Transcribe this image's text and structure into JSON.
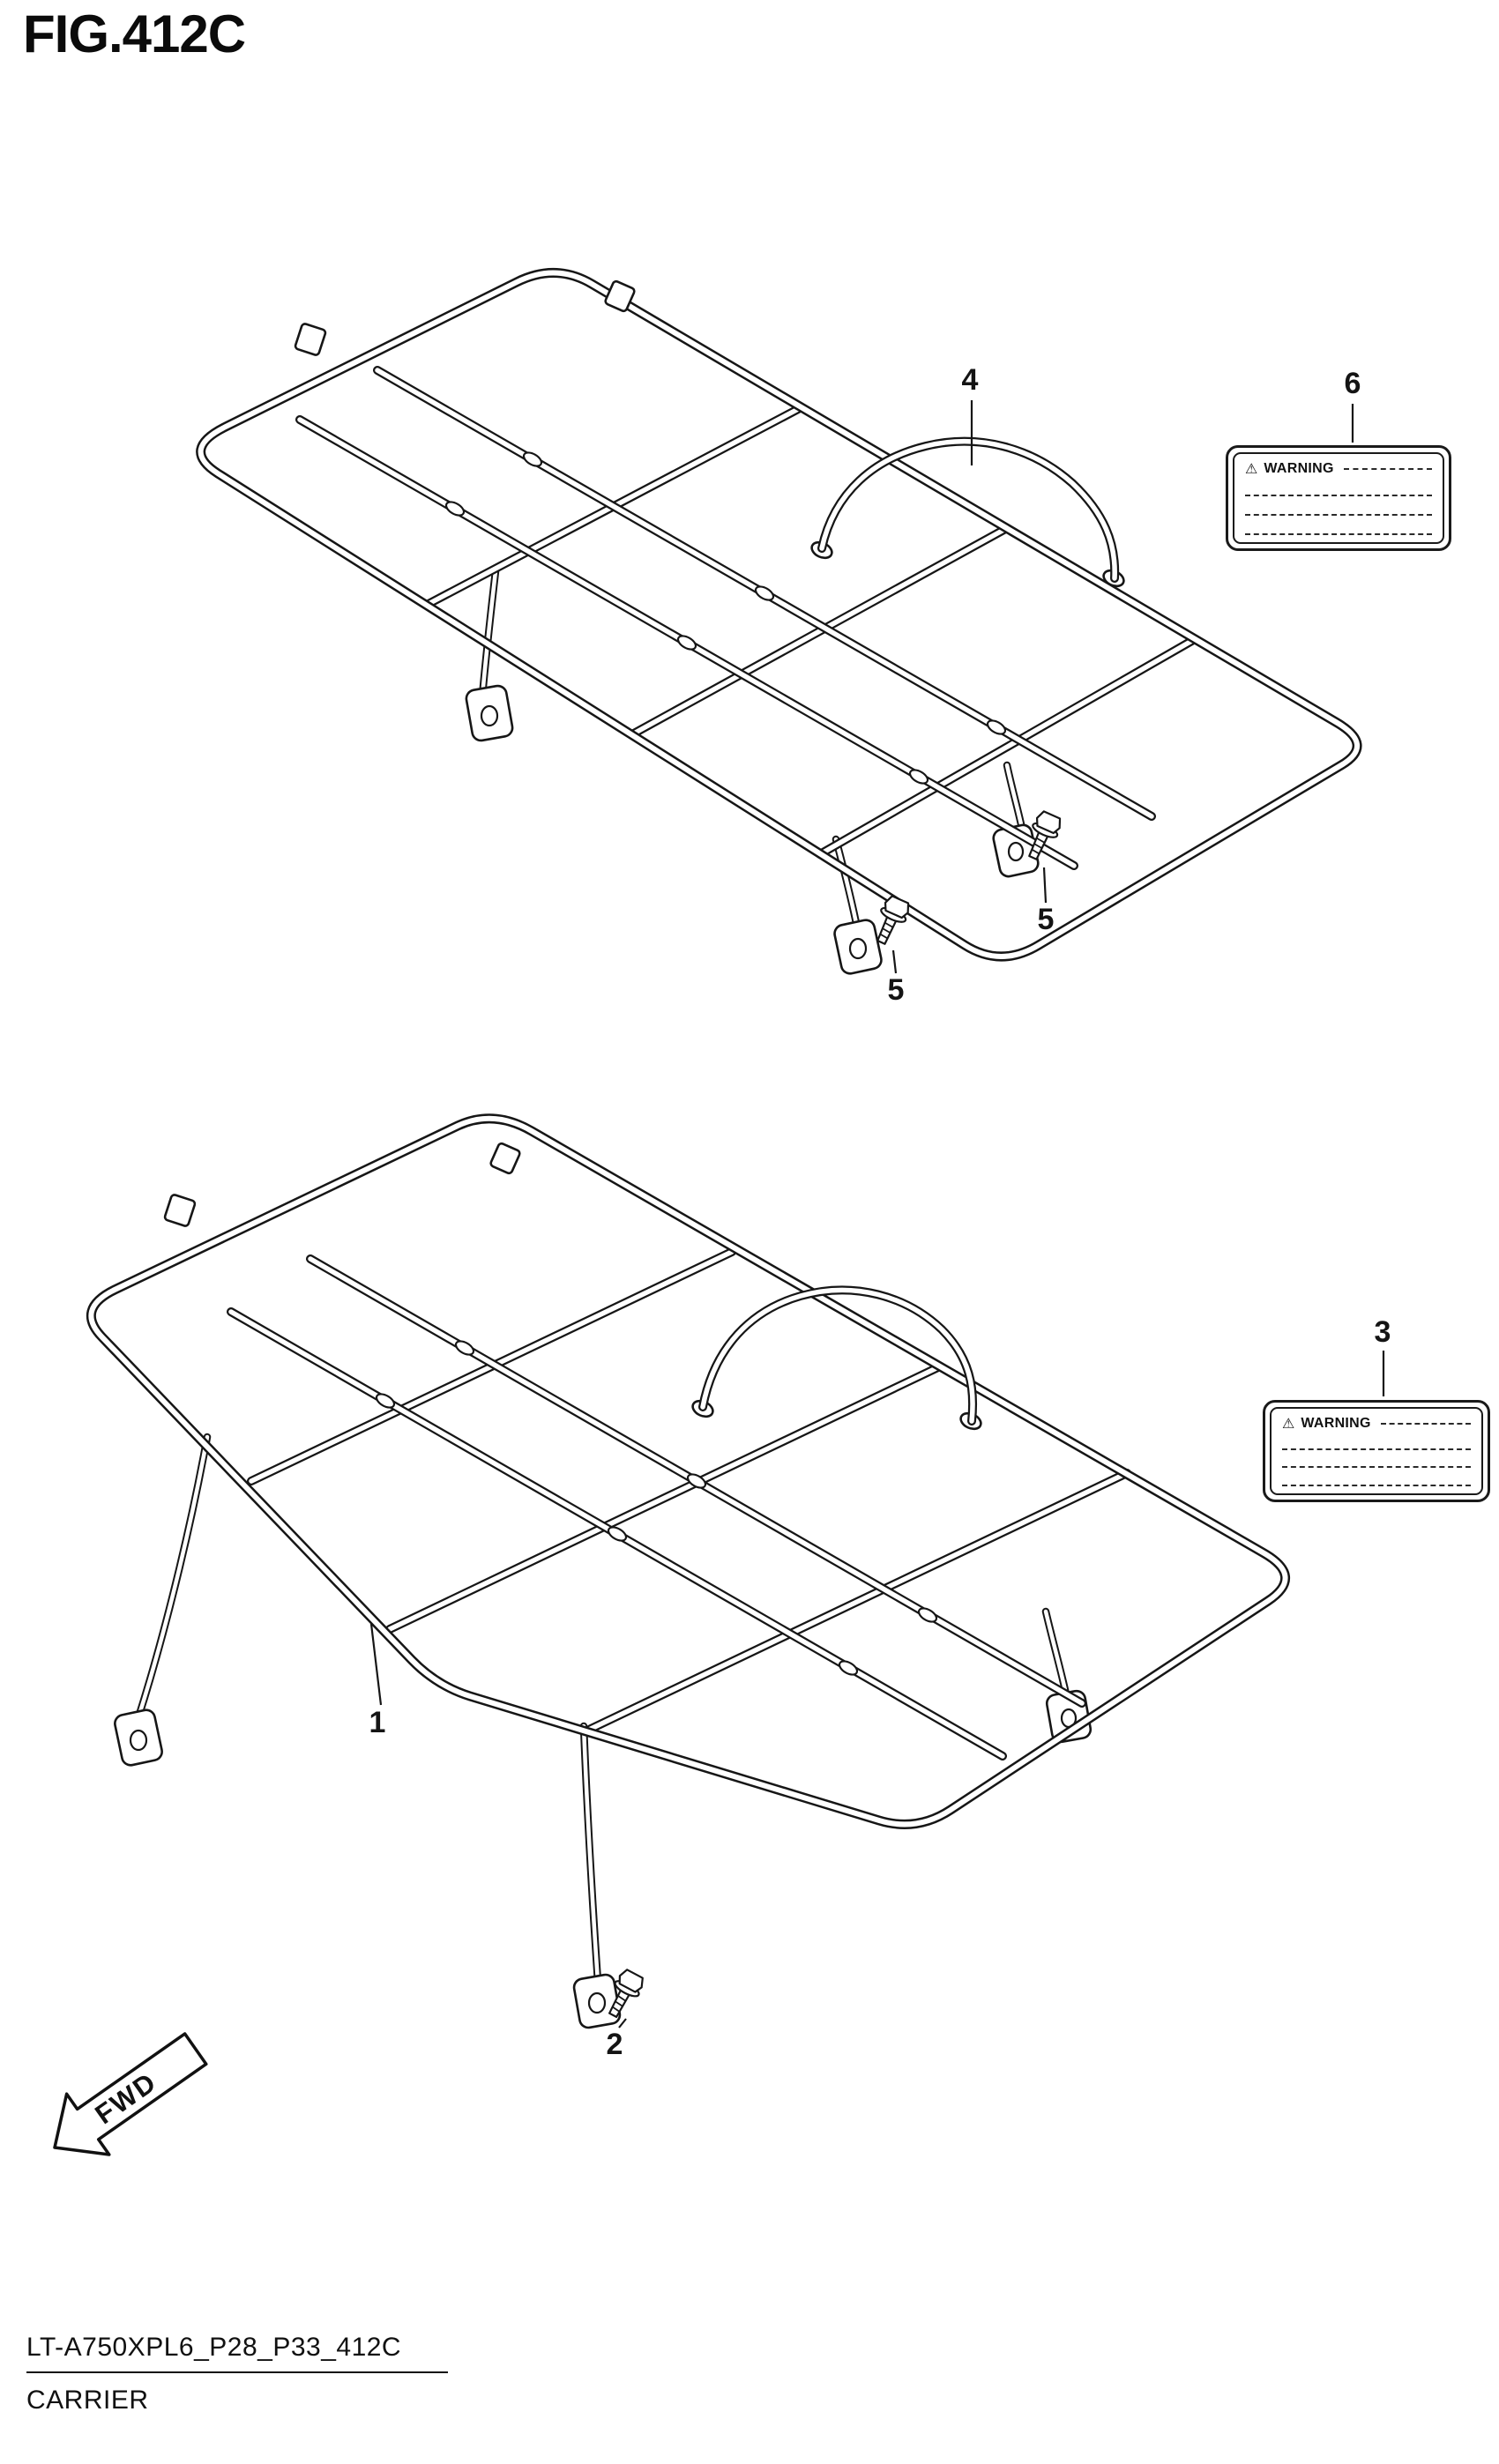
{
  "header": {
    "figure_title": "FIG.412C"
  },
  "footer": {
    "part_code": "LT-A750XPL6_P28_P33_412C",
    "part_name": "CARRIER"
  },
  "fwd": {
    "label": "FWD"
  },
  "callouts": {
    "item1": "1",
    "item2": "2",
    "item3": "3",
    "item4": "4",
    "item5_a": "5",
    "item5_b": "5",
    "item6": "6"
  },
  "warning_labels": {
    "upper": {
      "title": "WARNING"
    },
    "lower": {
      "title": "WARNING"
    }
  }
}
